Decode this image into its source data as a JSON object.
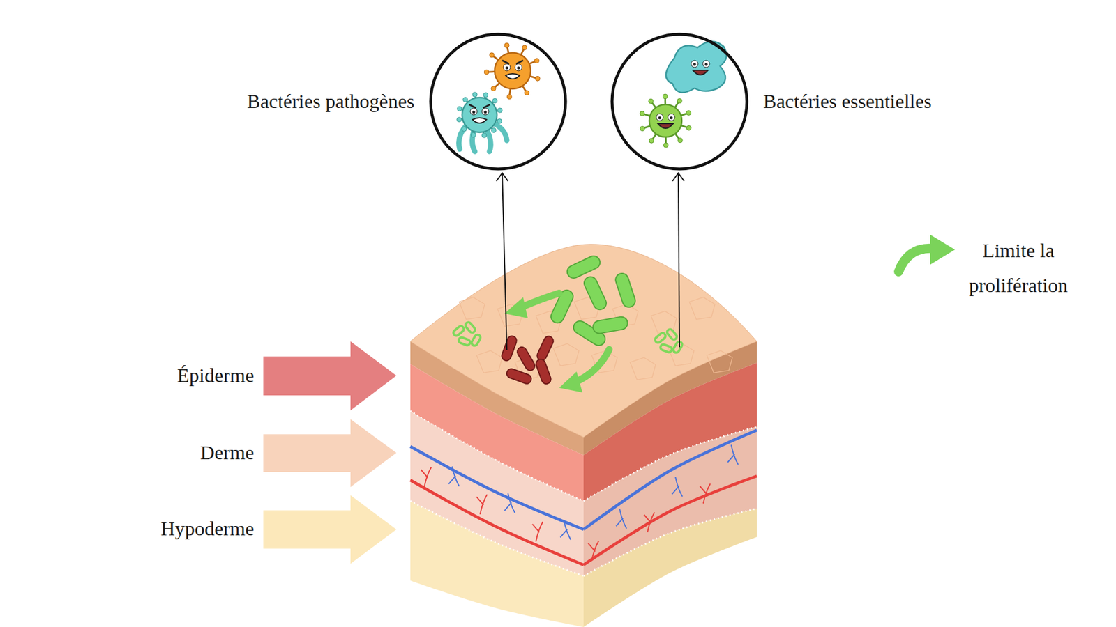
{
  "diagram": {
    "nodes": [
      {
        "text": [
          "Bactéries pathogènes"
        ]
      },
      {
        "text": [
          "Bactéries essentielles"
        ]
      }
    ],
    "labels": [
      "Épiderme",
      "Derme",
      "Hypoderme"
    ],
    "legend": [
      {
        "text": "Limite la prolifération"
      }
    ]
  }
}
